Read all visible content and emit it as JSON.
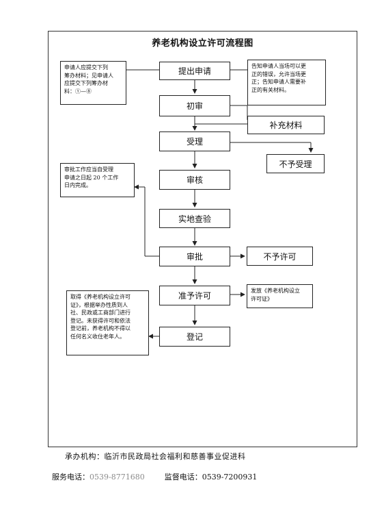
{
  "title": "养老机构设立许可流程图",
  "steps": {
    "apply": "提出申请",
    "initial_review": "初审",
    "supplement": "补充材料",
    "accept": "受理",
    "not_accept": "不予受理",
    "review": "审核",
    "site_inspection": "实地查验",
    "approval": "审批",
    "deny": "不予许可",
    "grant": "准予许可",
    "register": "登记"
  },
  "notes": {
    "applicant_materials": "申请人应提交下列\n筹办材料；见申请人\n应提交下列筹办材\n料：①—⑧",
    "inform_applicant": "告知申请人当场可以更\n正的错误，允许当场更\n正；告知申请人需要补\n正的有关材料。",
    "review_deadline": "审批工作应当自受理\n申请之日起 20 个工作\n日内完成。",
    "issue_certificate": "发放《养老机构设立\n许可证》",
    "registration_note": "取得《养老机构设立许可\n证》，根据举办性质到人\n社、民政或工商部门进行\n登记。未获得许可和依法\n登记前，养老机构不得以\n任何名义收住老年人。"
  },
  "footer": {
    "agency": "承办机构：临沂市民政局社会福利和慈善事业促进科",
    "service_label": "服务电话：",
    "service_phone": "0539-8771680",
    "supervision_label": "监督电话：",
    "supervision_phone": "0539-7200931"
  }
}
